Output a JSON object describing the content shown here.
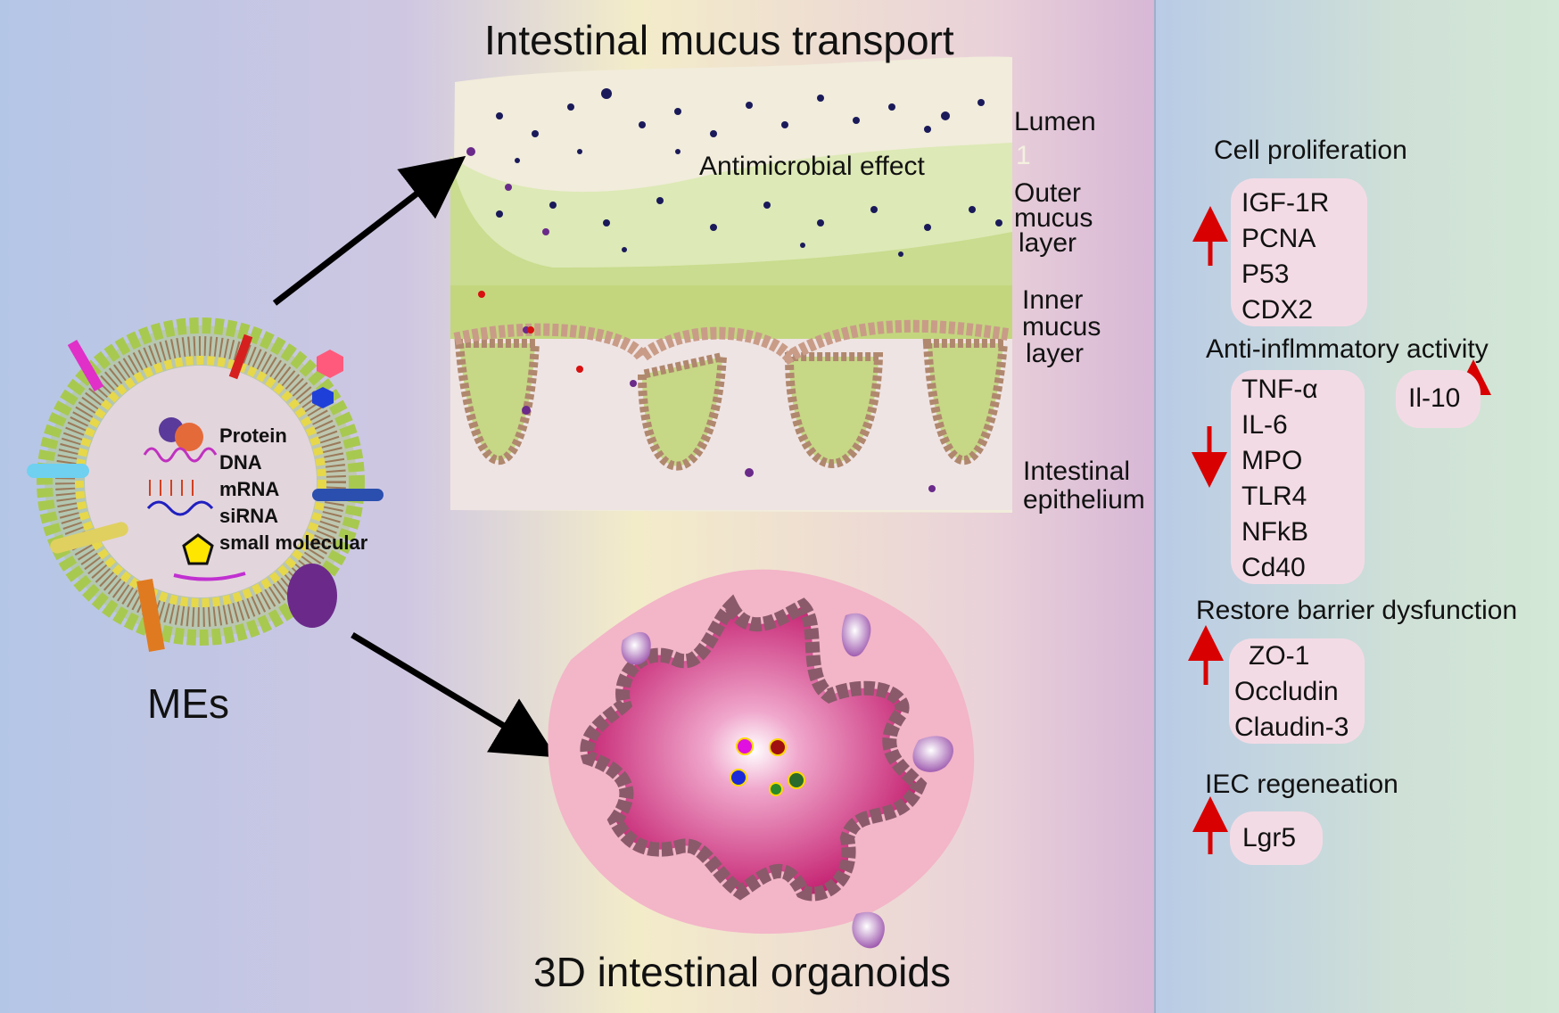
{
  "titles": {
    "mucus": "Intestinal mucus transport",
    "organoids": "3D intestinal organoids",
    "mes": "MEs"
  },
  "cargo": [
    "Protein",
    "DNA",
    "mRNA",
    "siRNA",
    "small molecular"
  ],
  "layers": {
    "lumen": "Lumen",
    "marker": "1",
    "antimicrobial": "Antimicrobial effect",
    "outer": [
      "Outer",
      "mucus",
      "layer"
    ],
    "inner": [
      "Inner",
      "mucus",
      "layer"
    ],
    "epithelium": [
      "Intestinal",
      "epithelium"
    ]
  },
  "sections": {
    "proliferation": {
      "title": "Cell proliferation",
      "items": [
        "IGF-1R",
        "PCNA",
        "P53",
        "CDX2"
      ],
      "direction": "up"
    },
    "anti_inflammatory": {
      "title": "Anti-inflmmatory activity",
      "items": [
        "TNF-α",
        "IL-6",
        "MPO",
        "TLR4",
        "NFkB",
        "Cd40"
      ],
      "direction": "down",
      "side_item": "Il-10",
      "side_direction": "up"
    },
    "barrier": {
      "title": "Restore barrier dysfunction",
      "items": [
        "ZO-1",
        "Occludin",
        "Claudin-3"
      ],
      "direction": "up"
    },
    "regeneration": {
      "title": "IEC regeneation",
      "items": [
        "Lgr5"
      ],
      "direction": "up"
    }
  },
  "colors": {
    "left_bg": "#b6c7e6",
    "right_bg": "#cfe2d8",
    "membrane": "#a8c94f",
    "mucus_outer": "#c9dc8f",
    "organoid": "#d01f74",
    "arrow_red": "#d80000",
    "pill": "#f3dbe5"
  }
}
